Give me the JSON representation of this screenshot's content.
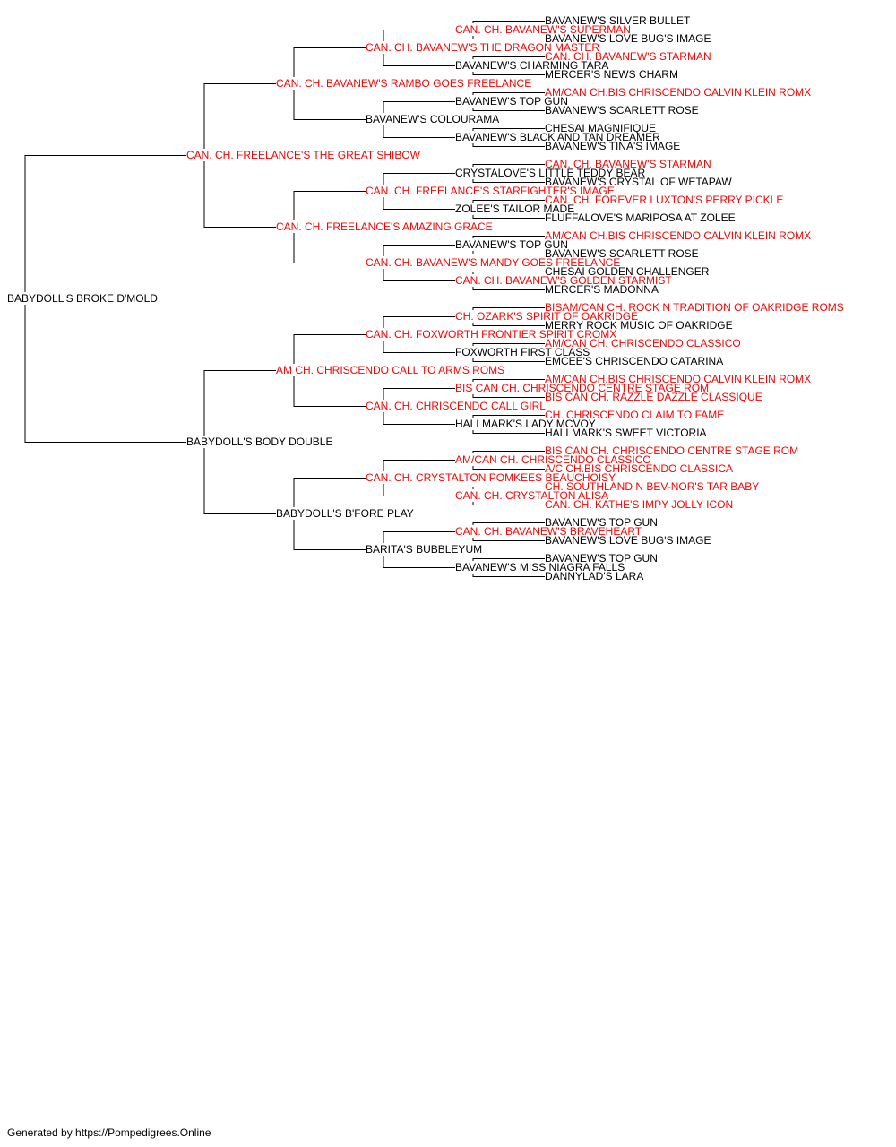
{
  "colors": {
    "champion": "#ff0000",
    "normal": "#000000",
    "line": "#000000"
  },
  "footer": {
    "credit": "Generated by https://Pompedigrees.Online"
  },
  "pedigree": {
    "name": "BABYDOLL'S BROKE D'MOLD",
    "champion": false,
    "sire": {
      "name": "CAN. CH. FREELANCE'S THE GREAT SHIBOW",
      "champion": true,
      "sire": {
        "name": "CAN. CH. BAVANEW'S RAMBO GOES FREELANCE",
        "champion": true,
        "sire": {
          "name": "CAN. CH. BAVANEW'S THE DRAGON MASTER",
          "champion": true,
          "sire": {
            "name": "CAN. CH. BAVANEW'S SUPERMAN",
            "champion": true,
            "sire": {
              "name": "BAVANEW'S SILVER BULLET",
              "champion": false
            },
            "dam": {
              "name": "BAVANEW'S LOVE BUG'S IMAGE",
              "champion": false
            }
          },
          "dam": {
            "name": "BAVANEW'S CHARMING TARA",
            "champion": false,
            "sire": {
              "name": "CAN. CH. BAVANEW'S STARMAN",
              "champion": true
            },
            "dam": {
              "name": "MERCER'S NEWS CHARM",
              "champion": false
            }
          }
        },
        "dam": {
          "name": "BAVANEW'S COLOURAMA",
          "champion": false,
          "sire": {
            "name": "BAVANEW'S TOP GUN",
            "champion": false,
            "sire": {
              "name": "AM/CAN CH.BIS CHRISCENDO CALVIN KLEIN ROMX",
              "champion": true
            },
            "dam": {
              "name": "BAVANEW'S SCARLETT ROSE",
              "champion": false
            }
          },
          "dam": {
            "name": "BAVANEW'S BLACK AND TAN DREAMER",
            "champion": false,
            "sire": {
              "name": "CHESAI MAGNIFIQUE",
              "champion": false
            },
            "dam": {
              "name": "BAVANEW'S TINA'S IMAGE",
              "champion": false
            }
          }
        }
      },
      "dam": {
        "name": "CAN. CH. FREELANCE'S AMAZING GRACE",
        "champion": true,
        "sire": {
          "name": "CAN. CH. FREELANCE'S STARFIGHTER'S IMAGE",
          "champion": true,
          "sire": {
            "name": "CRYSTALOVE'S LITTLE TEDDY BEAR",
            "champion": false,
            "sire": {
              "name": "CAN. CH. BAVANEW'S STARMAN",
              "champion": true
            },
            "dam": {
              "name": "BAVANEW'S CRYSTAL OF WETAPAW",
              "champion": false
            }
          },
          "dam": {
            "name": "ZOLEE'S TAILOR MADE",
            "champion": false,
            "sire": {
              "name": "CAN. CH. FOREVER LUXTON'S PERRY PICKLE",
              "champion": true
            },
            "dam": {
              "name": "FLUFFALOVE'S MARIPOSA AT ZOLEE",
              "champion": false
            }
          }
        },
        "dam": {
          "name": "CAN. CH. BAVANEW'S MANDY GOES FREELANCE",
          "champion": true,
          "sire": {
            "name": "BAVANEW'S TOP GUN",
            "champion": false,
            "sire": {
              "name": "AM/CAN CH.BIS CHRISCENDO CALVIN KLEIN ROMX",
              "champion": true
            },
            "dam": {
              "name": "BAVANEW'S SCARLETT ROSE",
              "champion": false
            }
          },
          "dam": {
            "name": "CAN. CH. BAVANEW'S GOLDEN STARMIST",
            "champion": true,
            "sire": {
              "name": "CHESAI GOLDEN CHALLENGER",
              "champion": false
            },
            "dam": {
              "name": "MERCER'S MADONNA",
              "champion": false
            }
          }
        }
      }
    },
    "dam": {
      "name": "BABYDOLL'S BODY DOUBLE",
      "champion": false,
      "sire": {
        "name": "AM CH. CHRISCENDO CALL TO ARMS ROMS",
        "champion": true,
        "sire": {
          "name": "CAN. CH. FOXWORTH FRONTIER SPIRIT CROMX",
          "champion": true,
          "sire": {
            "name": "CH. OZARK'S SPIRIT OF OAKRIDGE",
            "champion": true,
            "sire": {
              "name": "BISAM/CAN CH. ROCK N TRADITION OF OAKRIDGE ROMS",
              "champion": true
            },
            "dam": {
              "name": "MERRY ROCK MUSIC OF OAKRIDGE",
              "champion": false
            }
          },
          "dam": {
            "name": "FOXWORTH FIRST CLASS",
            "champion": false,
            "sire": {
              "name": "AM/CAN CH. CHRISCENDO CLASSICO",
              "champion": true
            },
            "dam": {
              "name": "EMCEE'S CHRISCENDO CATARINA",
              "champion": false
            }
          }
        },
        "dam": {
          "name": "CAN. CH. CHRISCENDO CALL GIRL",
          "champion": true,
          "sire": {
            "name": "BIS CAN CH. CHRISCENDO CENTRE STAGE ROM",
            "champion": true,
            "sire": {
              "name": "AM/CAN CH.BIS CHRISCENDO CALVIN KLEIN ROMX",
              "champion": true
            },
            "dam": {
              "name": "BIS CAN CH. RAZZLE DAZZLE CLASSIQUE",
              "champion": true
            }
          },
          "dam": {
            "name": "HALLMARK'S LADY MCVOY",
            "champion": false,
            "sire": {
              "name": "CH. CHRISCENDO CLAIM TO FAME",
              "champion": true
            },
            "dam": {
              "name": "HALLMARK'S SWEET VICTORIA",
              "champion": false
            }
          }
        }
      },
      "dam": {
        "name": "BABYDOLL'S B'FORE PLAY",
        "champion": false,
        "sire": {
          "name": "CAN. CH. CRYSTALTON POMKEES BEAUCHOISY",
          "champion": true,
          "sire": {
            "name": "AM/CAN CH. CHRISCENDO CLASSICO",
            "champion": true,
            "sire": {
              "name": "BIS CAN CH. CHRISCENDO CENTRE STAGE ROM",
              "champion": true
            },
            "dam": {
              "name": "A/C CH.BIS CHRISCENDO CLASSICA",
              "champion": true
            }
          },
          "dam": {
            "name": "CAN. CH. CRYSTALTON ALISA",
            "champion": true,
            "sire": {
              "name": "CH. SOUTHLAND N BEV-NOR'S TAR BABY",
              "champion": true
            },
            "dam": {
              "name": "CAN. CH. KATHE'S IMPY JOLLY ICON",
              "champion": true
            }
          }
        },
        "dam": {
          "name": "BARITA'S BUBBLEYUM",
          "champion": false,
          "sire": {
            "name": "CAN. CH. BAVANEW'S BRAVEHEART",
            "champion": true,
            "sire": {
              "name": "BAVANEW'S TOP GUN",
              "champion": false
            },
            "dam": {
              "name": "BAVANEW'S LOVE BUG'S IMAGE",
              "champion": false
            }
          },
          "dam": {
            "name": "BAVANEW'S MISS NIAGRA FALLS",
            "champion": false,
            "sire": {
              "name": "BAVANEW'S TOP GUN",
              "champion": false
            },
            "dam": {
              "name": "DANNYLAD'S LARA",
              "champion": false
            }
          }
        }
      }
    }
  }
}
